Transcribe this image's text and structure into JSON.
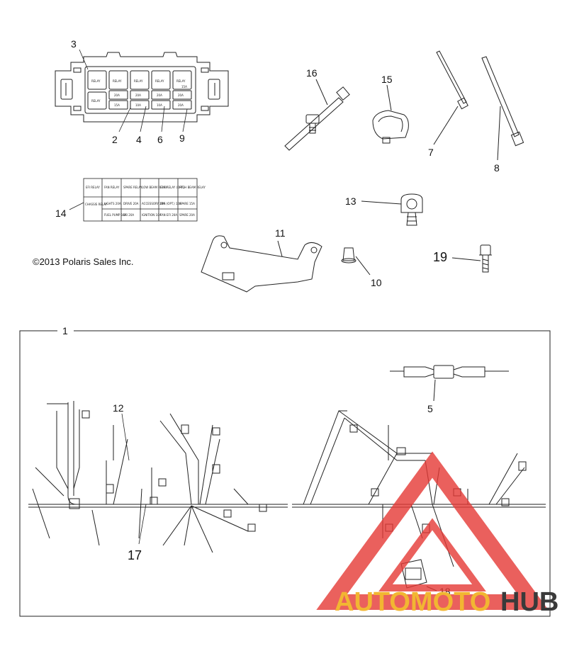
{
  "copyright": "©2013 Polaris Sales Inc.",
  "callouts": {
    "c1": "1",
    "c2": "2",
    "c3": "3",
    "c4": "4",
    "c5": "5",
    "c6": "6",
    "c7": "7",
    "c8": "8",
    "c9": "9",
    "c10": "10",
    "c11": "11",
    "c12": "12",
    "c13": "13",
    "c14": "14",
    "c15": "15",
    "c16": "16",
    "c17": "17",
    "c18": "18",
    "c19": "19"
  },
  "fuse_box": {
    "top_row": [
      "RELAY",
      "RELAY",
      "RELAY",
      "RELAY",
      "RELAY"
    ],
    "mid_row": [
      "20A",
      "20A",
      "20A",
      "20A",
      "15A"
    ],
    "bot_row": [
      "RELAY",
      "15A",
      "10A",
      "10A",
      "20A"
    ]
  },
  "decal_table": {
    "row1": [
      "EFI RELAY",
      "FAN RELAY",
      "SPARE RELAY",
      "LOW BEAM RELAY",
      "EPS RELAY (OPT.)",
      "HIGH BEAM RELAY"
    ],
    "row2": [
      "CHASSIS RELAY",
      "LIGHTS 20A",
      "DRIVE 20A",
      "ACCESSORY 20A",
      "EPS (OPT.) 10A",
      "SPARE 15A"
    ],
    "row3": [
      "",
      "FUEL PUMP 10A",
      "EFI 20A",
      "IGNITION 10A",
      "FAN EFI 20A",
      "SPARE 20A"
    ]
  },
  "watermark": {
    "part1": "AUTOMOTO",
    "part2": "HUB",
    "color1": "#f2b632",
    "color2": "#3a3a3a",
    "triangle": "#e53935"
  }
}
